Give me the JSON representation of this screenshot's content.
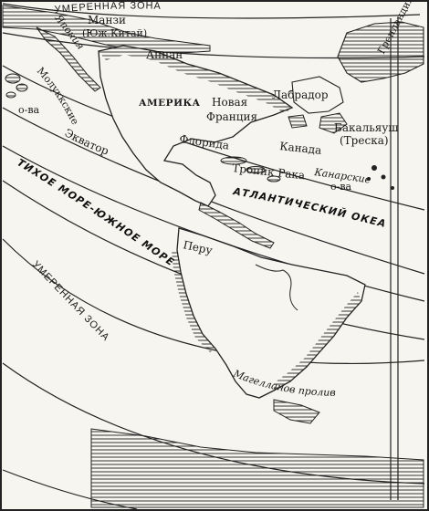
{
  "map": {
    "labels": {
      "zone_north": "УМЕРЕННАЯ ЗОНА",
      "mangi": "Манзи",
      "south_china": "(Юж.Китай)",
      "japan": "Япония",
      "annan": "Аннан",
      "greenland": "Гренландия",
      "moluccas_1": "Молуккские",
      "moluccas_2": "о-ва",
      "america": "АМЕРИКА",
      "new_france_1": "Новая",
      "new_france_2": "Франция",
      "labrador": "Лабрадор",
      "florida": "Флорида",
      "canada": "Канада",
      "bacalhau_1": "Бакальяуш",
      "bacalhau_2": "(Треска)",
      "equator": "Экватор",
      "tropic": "Тропик Рака",
      "canary_1": "Канарские",
      "canary_2": "о-ва",
      "atlantic": "АТЛАНТИЧЕСКИЙ ОКЕАН",
      "pacific": "ТИХОЕ МОРЕ-ЮЖНОЕ МОРЕ",
      "peru": "Перу",
      "zone_south": "УМЕРЕННАЯ ЗОНА",
      "magellan": "Магелланов пролив"
    }
  }
}
